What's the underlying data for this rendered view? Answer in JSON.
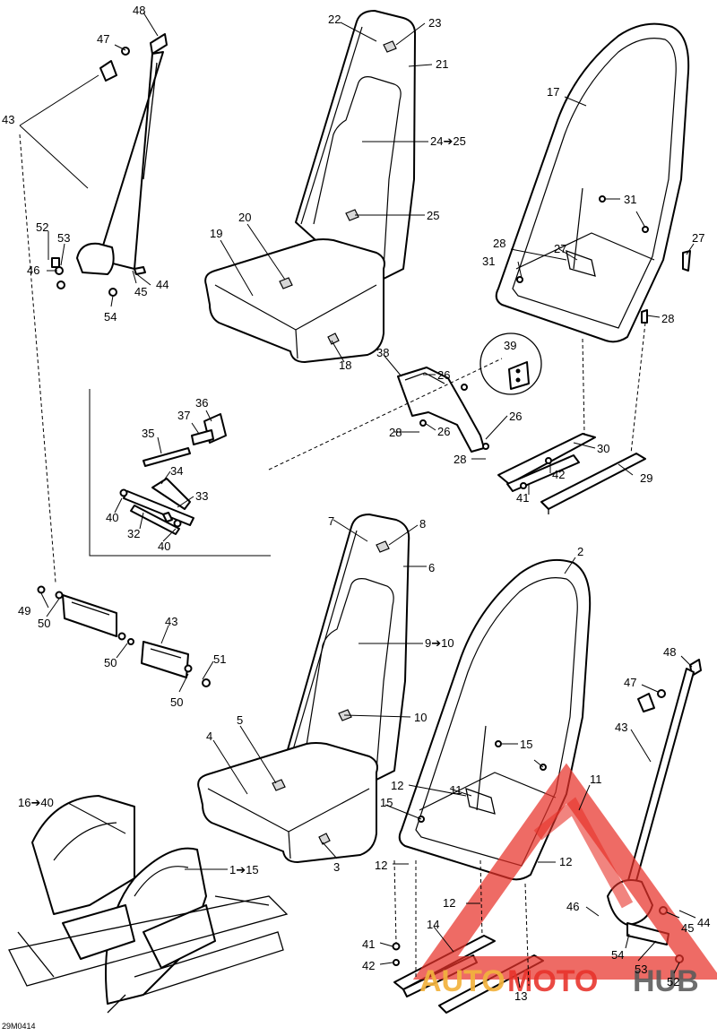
{
  "document_code": "29M0414",
  "watermark": {
    "word_part_1": "AUTO",
    "word_part_2": "MOTO",
    "word_part_3": "HUB",
    "color_primary": "#e8322a",
    "color_secondary": "#f2b33d",
    "color_tertiary": "#5a5a5a"
  },
  "callouts": {
    "c48a": "48",
    "c47a": "47",
    "c43a": "43",
    "c52a": "52",
    "c53a": "53",
    "c46a": "46",
    "c45a": "45",
    "c44a": "44",
    "c54a": "54",
    "c22": "22",
    "c23": "23",
    "c21": "21",
    "c24": "24➔25",
    "c25": "25",
    "c20": "20",
    "c19": "19",
    "c18": "18",
    "c17": "17",
    "c31a": "31",
    "c27a": "27",
    "c27b": "27",
    "c28a": "28",
    "c31b": "31",
    "c28b": "28",
    "c38": "38",
    "c39": "39",
    "c26a": "26",
    "c26b": "26",
    "c26c": "26",
    "c28c": "28",
    "c28d": "28",
    "c30": "30",
    "c42a": "42",
    "c41a": "41",
    "c29": "29",
    "c36": "36",
    "c37": "37",
    "c35": "35",
    "c34": "34",
    "c33": "33",
    "c40a": "40",
    "c32": "32",
    "c40b": "40",
    "c7": "7",
    "c8": "8",
    "c6": "6",
    "c9": "9➔10",
    "c10": "10",
    "c5": "5",
    "c4": "4",
    "c3": "3",
    "c2": "2",
    "c15a": "15",
    "c11a": "11",
    "c11b": "11",
    "c12a": "12",
    "c15b": "15",
    "c12b": "12",
    "c12c": "12",
    "c12d": "12",
    "c14": "14",
    "c41b": "41",
    "c42b": "42",
    "c13": "13",
    "c48b": "48",
    "c47b": "47",
    "c43c": "43",
    "c46b": "46",
    "c45b": "45",
    "c44b": "44",
    "c54b": "54",
    "c53b": "53",
    "c52b": "52",
    "c49": "49",
    "c50a": "50",
    "c43b": "43",
    "c50b": "50",
    "c51": "51",
    "c50c": "50",
    "c16": "16➔40",
    "c1": "1➔15"
  }
}
